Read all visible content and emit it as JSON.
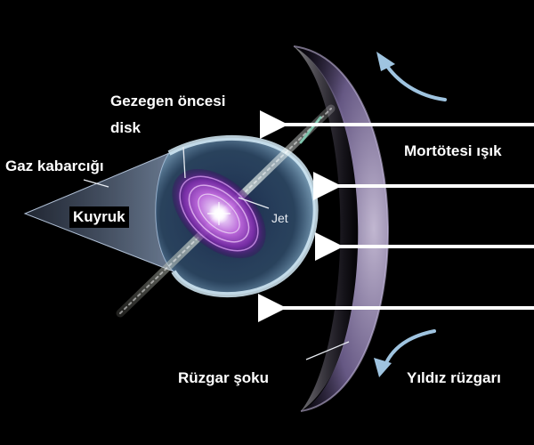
{
  "labels": {
    "protoplanetary_disk_line1": "Gezegen öncesi",
    "protoplanetary_disk_line2": "disk",
    "gas_bubble": "Gaz kabarcığı",
    "tail": "Kuyruk",
    "jet": "Jet",
    "uv_light": "Mortötesi ışık",
    "wind_shock": "Rüzgar şoku",
    "stellar_wind": "Yıldız rüzgarı"
  },
  "colors": {
    "background": "#000000",
    "arc": "#b6a4d4",
    "bubble": "#a9d3ec",
    "disk": "#c26be0",
    "arrow": "#ffffff",
    "wind_arrow": "#9fc4e0"
  },
  "arrows": {
    "uv_light_count": 4,
    "stellar_wind_count": 2
  }
}
